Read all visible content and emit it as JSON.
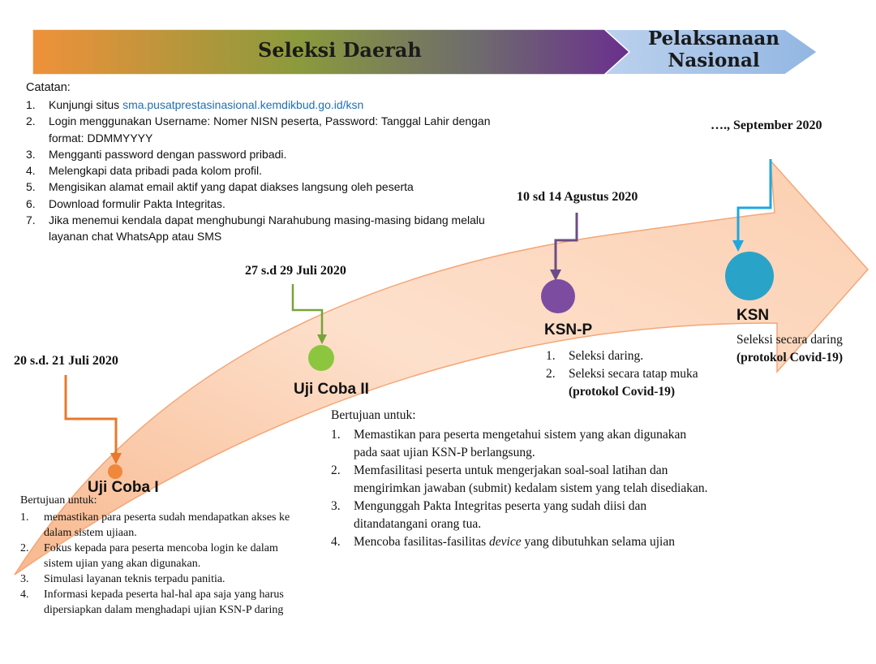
{
  "banner": {
    "regional_label": "Seleksi Daerah",
    "national_label_line1": "Pelaksanaan",
    "national_label_line2": "Nasional"
  },
  "notes": {
    "title": "Catatan:",
    "items": [
      {
        "num": "1.",
        "text": "Kunjungi situs ",
        "link": "sma.pusatprestasinasional.kemdikbud.go.id/ksn"
      },
      {
        "num": "2.",
        "text": "Login menggunakan Username: Nomer NISN peserta, Password: Tanggal Lahir dengan format: DDMMYYYY"
      },
      {
        "num": "3.",
        "text": "Mengganti password dengan password pribadi."
      },
      {
        "num": "4.",
        "text": "Melengkapi data pribadi pada kolom profil."
      },
      {
        "num": "5.",
        "text": "Mengisikan alamat email aktif yang dapat diakses langsung oleh peserta"
      },
      {
        "num": "6.",
        "text": "Download formulir Pakta Integritas."
      },
      {
        "num": "7.",
        "text": "Jika menemui kendala dapat menghubungi Narahubung masing-masing bidang melalu layanan chat WhatsApp atau SMS"
      }
    ]
  },
  "milestones": {
    "uji_coba_1": {
      "date": "20 s.d. 21 Juli 2020",
      "label": "Uji Coba I",
      "color": "#f0883c",
      "purpose_title": "Bertujuan untuk:",
      "items": [
        {
          "num": "1.",
          "text": "memastikan para peserta sudah mendapatkan akses ke dalam sistem ujiaan."
        },
        {
          "num": "2.",
          "text": "Fokus kepada para peserta mencoba login ke dalam sistem ujian yang akan digunakan."
        },
        {
          "num": "3.",
          "text": "Simulasi layanan teknis terpadu panitia."
        },
        {
          "num": "4.",
          "text": "Informasi kepada peserta hal-hal apa saja yang harus dipersiapkan dalam menghadapi ujian KSN-P daring"
        }
      ]
    },
    "uji_coba_2": {
      "date": "27 s.d 29 Juli 2020",
      "label": "Uji Coba II",
      "color": "#8cc63f",
      "purpose_title": "Bertujuan untuk:",
      "items": [
        {
          "num": "1.",
          "text": "Memastikan para peserta mengetahui sistem yang akan digunakan pada saat ujian KSN-P berlangsung."
        },
        {
          "num": "2.",
          "text": "Memfasilitasi peserta untuk mengerjakan soal-soal latihan dan mengirimkan jawaban (submit) kedalam sistem yang telah disediakan."
        },
        {
          "num": "3.",
          "text": "Mengunggah Pakta Integritas peserta yang sudah diisi dan ditandatangani orang tua."
        },
        {
          "num": "4.",
          "text_before": "Mencoba fasilitas-fasilitas ",
          "text_em": "device",
          "text_after": " yang dibutuhkan selama ujian"
        }
      ]
    },
    "ksn_p": {
      "date": "10 sd 14 Agustus 2020",
      "label": "KSN-P",
      "color": "#7b4ca0",
      "items": [
        {
          "num": "1.",
          "text": "Seleksi daring."
        },
        {
          "num": "2.",
          "text": "Seleksi secara tatap muka",
          "note": "(protokol Covid-19)"
        }
      ]
    },
    "ksn": {
      "date": "…., September  2020",
      "label": "KSN",
      "color": "#2aa3c8",
      "desc": "Seleksi secara daring",
      "note": "(protokol Covid-19)"
    }
  }
}
